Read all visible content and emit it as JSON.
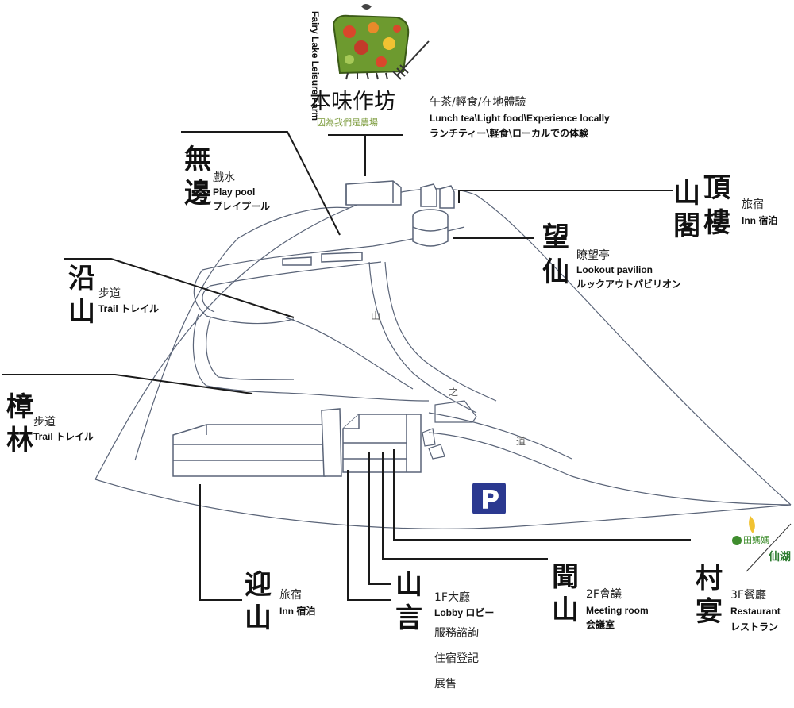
{
  "header": {
    "logo_text": "Fairy Lake Leisure Farm",
    "title": "本味作坊",
    "slogan": "因為我們是農場",
    "line_zh": "午茶/輕食/在地體驗",
    "line_en": "Lunch tea\\Light food\\Experience locally",
    "line_ja": "ランチティー\\軽食\\ローカルでの体験"
  },
  "places": {
    "playpool": {
      "name_chars": [
        "無",
        "邊"
      ],
      "zh": "戲水",
      "en": "Play pool",
      "ja": "プレイプール"
    },
    "inn_top": {
      "name_chars": [
        "山",
        "閣",
        "頂",
        "樓"
      ],
      "zh": "旅宿",
      "en_ja": "Inn 宿泊"
    },
    "pavilion": {
      "name_chars": [
        "望",
        "仙"
      ],
      "zh": "瞭望亭",
      "en": "Lookout pavilion",
      "ja": "ルックアウトパビリオン"
    },
    "trail_yan": {
      "name_chars": [
        "沿",
        "山"
      ],
      "zh": "步道",
      "en_ja": "Trail トレイル"
    },
    "trail_zhang": {
      "name_chars": [
        "樟",
        "林"
      ],
      "zh": "步道",
      "en_ja": "Trail トレイル"
    },
    "inn_ying": {
      "name_chars": [
        "迎",
        "山"
      ],
      "zh": "旅宿",
      "en_ja": "Inn 宿泊"
    },
    "lobby": {
      "name_chars": [
        "山",
        "言"
      ],
      "zh": "1F大廳",
      "en_ja": "Lobby ロビー",
      "services": [
        "服務諮詢",
        "住宿登記",
        "展售"
      ]
    },
    "meeting": {
      "name_chars": [
        "聞",
        "山"
      ],
      "zh": "2F會議",
      "en": "Meeting room",
      "ja": "会議室"
    },
    "restaurant": {
      "name_chars": [
        "村",
        "宴"
      ],
      "zh": "3F餐廳",
      "en": "Restaurant",
      "ja": "レストラン"
    }
  },
  "road_chars": [
    "山",
    "之",
    "道"
  ],
  "parking": {
    "label": "P",
    "color": "#2b3990"
  },
  "partner_logos": {
    "left": "田媽媽",
    "right": "仙湖"
  },
  "colors": {
    "line": "#1a1a1a",
    "outline": "#5a6478",
    "logo_green": "#5e8f2e",
    "logo_red": "#c9452a"
  }
}
